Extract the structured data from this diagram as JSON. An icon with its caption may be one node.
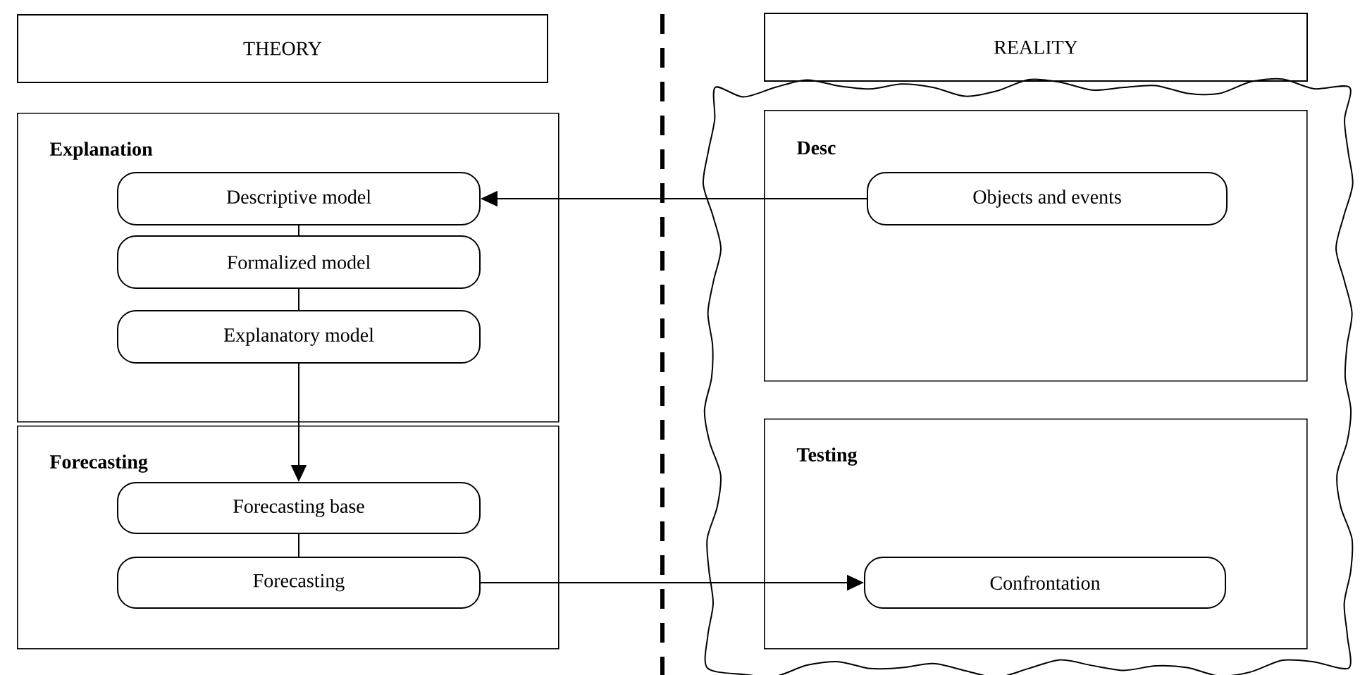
{
  "diagram": {
    "nodes": [
      {
        "text": [
          "THEORY"
        ]
      },
      {
        "text": [
          "REALITY"
        ]
      },
      {
        "text": [
          "Explanation"
        ]
      },
      {
        "text": [
          "Descriptive model"
        ],
        "in": 2
      },
      {
        "text": [
          "Formalized model"
        ],
        "in": 2
      },
      {
        "text": [
          "Explanatory model"
        ],
        "in": 2
      },
      {
        "text": [
          "Forecasting"
        ]
      },
      {
        "text": [
          "Forecasting base"
        ],
        "in": 6
      },
      {
        "text": [
          "Forecasting"
        ],
        "in": 6
      },
      {
        "text": [],
        "shape": "cloud"
      },
      {
        "text": [
          "Desc"
        ],
        "in": 9
      },
      {
        "text": [
          "Objects and events"
        ],
        "in": 10
      },
      {
        "text": [
          "Testing"
        ],
        "in": 9
      },
      {
        "text": [
          "Confrontation"
        ],
        "in": 12
      }
    ],
    "edges": [
      {
        "from": 11,
        "to": 3,
        "arrow": "to"
      },
      {
        "from": 3,
        "to": 4,
        "arrow": "none"
      },
      {
        "from": 4,
        "to": 5,
        "arrow": "none"
      },
      {
        "from": 5,
        "to": 7,
        "arrow": "to"
      },
      {
        "from": 7,
        "to": 8,
        "arrow": "none"
      },
      {
        "from": 8,
        "to": 13,
        "arrow": "to"
      }
    ]
  }
}
